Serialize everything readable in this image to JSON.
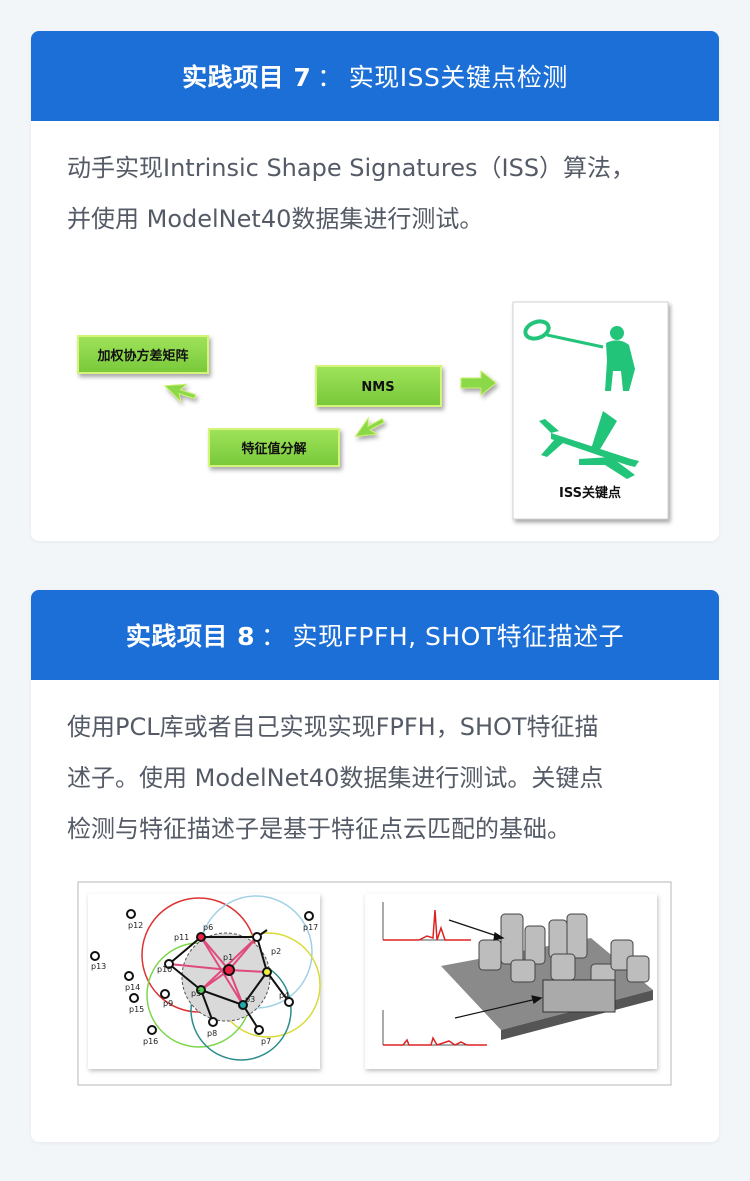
{
  "card7": {
    "heading_bold": "实践项目 7",
    "heading_sep": "：",
    "heading_rest": "实现ISS关键点检测",
    "lines": [
      "动手实现Intrinsic Shape Signatures（ISS）算法，",
      "并使用 ModelNet40数据集进行测试。"
    ],
    "diagram": {
      "box1": "加权协方差矩阵",
      "box2": "特征值分解",
      "box3": "NMS",
      "result_label": "ISS关键点"
    }
  },
  "card8": {
    "heading_bold": "实践项目 8",
    "heading_sep": "：",
    "heading_rest": "实现FPFH, SHOT特征描述子",
    "lines": [
      "使用PCL库或者自己实现实现FPFH，SHOT特征描",
      "述子。使用  ModelNet40数据集进行测试。关键点",
      "检测与特征描述子是基于特征点云匹配的基础。"
    ],
    "graph_labels": [
      "p12",
      "p11",
      "p6",
      "p17",
      "p13",
      "p14",
      "p10",
      "p1",
      "p2",
      "p9",
      "p15",
      "p8",
      "p5",
      "p3",
      "p4",
      "p16",
      "p7"
    ]
  },
  "colors": {
    "header_blue": "#1c6fd6",
    "box_green": "#8ed94e",
    "box_border": "#c9f06a"
  }
}
